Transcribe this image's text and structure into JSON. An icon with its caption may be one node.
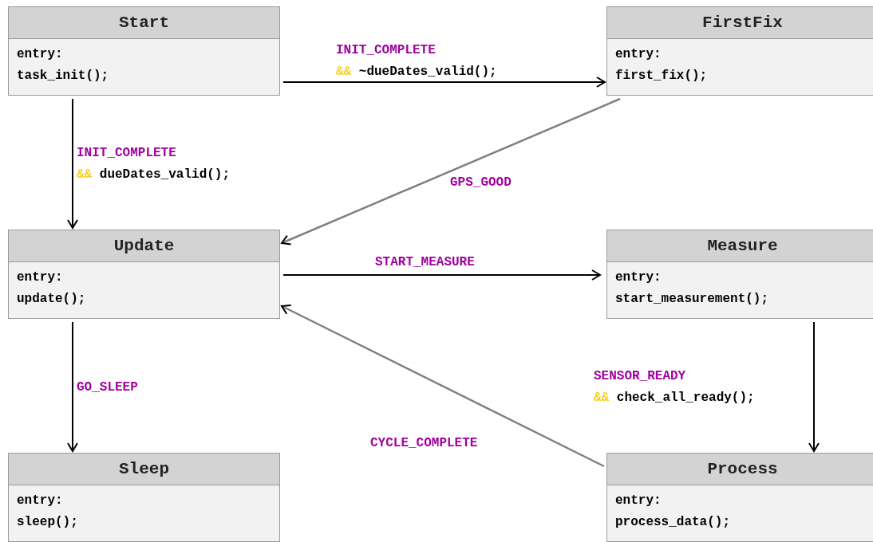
{
  "diagram": {
    "nodes": [
      {
        "text": [
          "Start",
          "entry:",
          "task_init();"
        ]
      },
      {
        "text": [
          "FirstFix",
          "entry:",
          "first_fix();"
        ]
      },
      {
        "text": [
          "Update",
          "entry:",
          "update();"
        ]
      },
      {
        "text": [
          "Measure",
          "entry:",
          "start_measurement();"
        ]
      },
      {
        "text": [
          "Sleep",
          "entry:",
          "sleep();"
        ]
      },
      {
        "text": [
          "Process",
          "entry:",
          "process_data();"
        ]
      }
    ],
    "edges": [
      {
        "from": 0,
        "to": 1,
        "arrow": "to",
        "label": "INIT_COMPLETE && ~dueDates_valid();"
      },
      {
        "from": 0,
        "to": 2,
        "arrow": "to",
        "label": "INIT_COMPLETE && dueDates_valid();"
      },
      {
        "from": 1,
        "to": 2,
        "arrow": "to",
        "label": "GPS_GOOD",
        "color": "#808080"
      },
      {
        "from": 2,
        "to": 3,
        "arrow": "to",
        "label": "START_MEASURE"
      },
      {
        "from": 2,
        "to": 4,
        "arrow": "to",
        "label": "GO_SLEEP"
      },
      {
        "from": 3,
        "to": 5,
        "arrow": "to",
        "label": "SENSOR_READY && check_all_ready();"
      },
      {
        "from": 5,
        "to": 2,
        "arrow": "to",
        "label": "CYCLE_COMPLETE",
        "color": "#808080"
      }
    ]
  }
}
